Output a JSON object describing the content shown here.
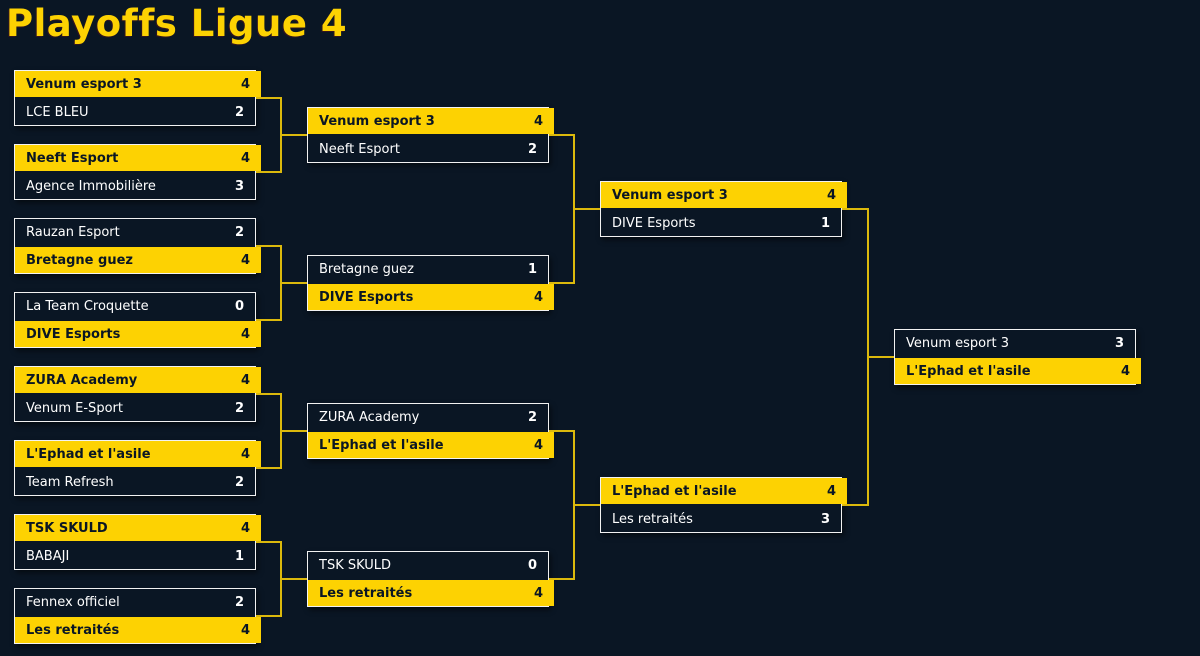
{
  "page": {
    "title": "Playoffs Ligue 4"
  },
  "colors": {
    "background": "#0a1624",
    "accent_yellow": "#fdd202",
    "connector_gold": "#dcb90c",
    "box_border": "#f2f2f2",
    "winner_text": "#0a1624",
    "loser_text": "#ffffff"
  },
  "bracket": {
    "rounds": [
      {
        "matches": [
          {
            "teams": [
              {
                "name": "Venum esport 3",
                "score": "4",
                "winner": true
              },
              {
                "name": "LCE BLEU",
                "score": "2",
                "winner": false
              }
            ]
          },
          {
            "teams": [
              {
                "name": "Neeft Esport",
                "score": "4",
                "winner": true
              },
              {
                "name": "Agence Immobilière",
                "score": "3",
                "winner": false
              }
            ]
          },
          {
            "teams": [
              {
                "name": "Rauzan Esport",
                "score": "2",
                "winner": false
              },
              {
                "name": "Bretagne guez",
                "score": "4",
                "winner": true
              }
            ]
          },
          {
            "teams": [
              {
                "name": "La Team Croquette",
                "score": "0",
                "winner": false
              },
              {
                "name": "DIVE Esports",
                "score": "4",
                "winner": true
              }
            ]
          },
          {
            "teams": [
              {
                "name": "ZURA Academy",
                "score": "4",
                "winner": true
              },
              {
                "name": "Venum E-Sport",
                "score": "2",
                "winner": false
              }
            ]
          },
          {
            "teams": [
              {
                "name": "L'Ephad et l'asile",
                "score": "4",
                "winner": true
              },
              {
                "name": "Team Refresh",
                "score": "2",
                "winner": false
              }
            ]
          },
          {
            "teams": [
              {
                "name": "TSK SKULD",
                "score": "4",
                "winner": true
              },
              {
                "name": "BABAJI",
                "score": "1",
                "winner": false
              }
            ]
          },
          {
            "teams": [
              {
                "name": "Fennex officiel",
                "score": "2",
                "winner": false
              },
              {
                "name": "Les retraités",
                "score": "4",
                "winner": true
              }
            ]
          }
        ]
      },
      {
        "matches": [
          {
            "teams": [
              {
                "name": "Venum esport 3",
                "score": "4",
                "winner": true
              },
              {
                "name": "Neeft Esport",
                "score": "2",
                "winner": false
              }
            ]
          },
          {
            "teams": [
              {
                "name": "Bretagne guez",
                "score": "1",
                "winner": false
              },
              {
                "name": "DIVE Esports",
                "score": "4",
                "winner": true
              }
            ]
          },
          {
            "teams": [
              {
                "name": "ZURA Academy",
                "score": "2",
                "winner": false
              },
              {
                "name": "L'Ephad et l'asile",
                "score": "4",
                "winner": true
              }
            ]
          },
          {
            "teams": [
              {
                "name": "TSK SKULD",
                "score": "0",
                "winner": false
              },
              {
                "name": "Les retraités",
                "score": "4",
                "winner": true
              }
            ]
          }
        ]
      },
      {
        "matches": [
          {
            "teams": [
              {
                "name": "Venum esport 3",
                "score": "4",
                "winner": true
              },
              {
                "name": "DIVE Esports",
                "score": "1",
                "winner": false
              }
            ]
          },
          {
            "teams": [
              {
                "name": "L'Ephad et l'asile",
                "score": "4",
                "winner": true
              },
              {
                "name": "Les retraités",
                "score": "3",
                "winner": false
              }
            ]
          }
        ]
      },
      {
        "matches": [
          {
            "teams": [
              {
                "name": "Venum esport 3",
                "score": "3",
                "winner": false
              },
              {
                "name": "L'Ephad et l'asile",
                "score": "4",
                "winner": true
              }
            ]
          }
        ]
      }
    ]
  }
}
